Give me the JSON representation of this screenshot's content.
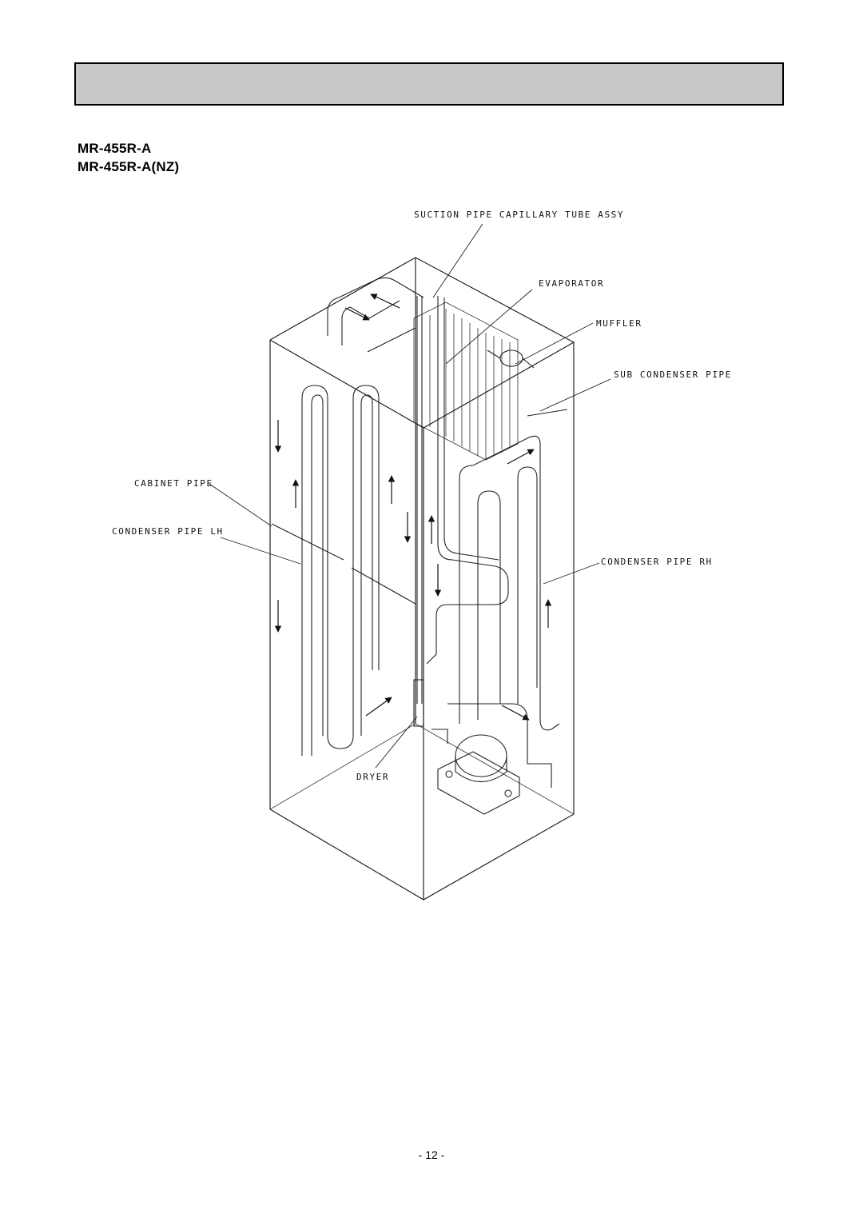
{
  "header": {
    "bar_color": "#c8c8c8"
  },
  "models": [
    "MR-455R-A",
    "MR-455R-A(NZ)"
  ],
  "diagram": {
    "labels": {
      "suction_pipe": "SUCTION PIPE CAPILLARY TUBE ASSY",
      "evaporator": "EVAPORATOR",
      "muffler": "MUFFLER",
      "sub_condenser": "SUB CONDENSER PIPE",
      "cabinet_pipe": "CABINET PIPE",
      "condenser_lh": "CONDENSER PIPE LH",
      "condenser_rh": "CONDENSER PIPE RH",
      "dryer": "DRYER"
    }
  },
  "footer": {
    "page_number": "- 12 -"
  }
}
